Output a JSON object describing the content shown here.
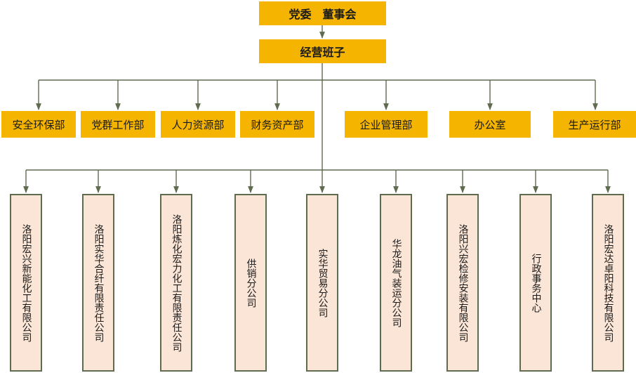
{
  "chart": {
    "top": "党委　董事会",
    "management": "经营班子",
    "departments": [
      "安全环保部",
      "党群工作部",
      "人力资源部",
      "财务资产部",
      "企业管理部",
      "办公室",
      "生产运行部"
    ],
    "subsidiaries": [
      "洛阳宏兴新能化工有限公司",
      "洛阳实华合纤有限责任公司",
      "洛阳炼化宏力化工有限责任公司",
      "供销分公司",
      "实华贸易分公司",
      "华龙油气装运分公司",
      "洛阳兴宏检修安装有限公司",
      "行政事务中心",
      "洛阳宏达卓阳科技有限公司"
    ]
  },
  "colors": {
    "header_fill": "#f5b400",
    "sub_fill": "#fbe5d6",
    "sub_border": "#5e6b4e",
    "line": "#5e6b4e"
  }
}
